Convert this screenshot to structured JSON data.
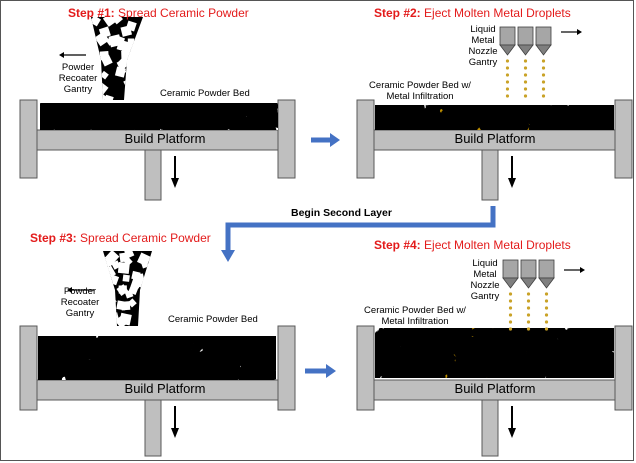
{
  "step1": {
    "num": "Step #1:",
    "desc": "Spread Ceramic Powder"
  },
  "step2": {
    "num": "Step #2:",
    "desc": "Eject Molten Metal Droplets"
  },
  "step3": {
    "num": "Step #3:",
    "desc": "Spread Ceramic Powder"
  },
  "step4": {
    "num": "Step #4:",
    "desc": "Eject Molten Metal Droplets"
  },
  "labels": {
    "recoater": [
      "Powder",
      "Recoater",
      "Gantry"
    ],
    "nozzle": [
      "Liquid",
      "Metal",
      "Nozzle",
      "Gantry"
    ],
    "powder_bed": "Ceramic Powder Bed",
    "powder_bed_infil": [
      "Ceramic Powder Bed w/",
      "Metal Infiltration"
    ],
    "build_platform": "Build Platform",
    "begin_layer": "Begin Second Layer"
  },
  "colors": {
    "step_red": "#e31b1b",
    "platform_gray": "#bfbfbf",
    "metal_gold": "#bf9000",
    "arrow_blue": "#4472c4",
    "droplet": "#c9a227"
  },
  "icons": [
    "right-arrow-icon",
    "left-arrow-icon",
    "down-arrow-icon",
    "flow-arrow-icon"
  ]
}
